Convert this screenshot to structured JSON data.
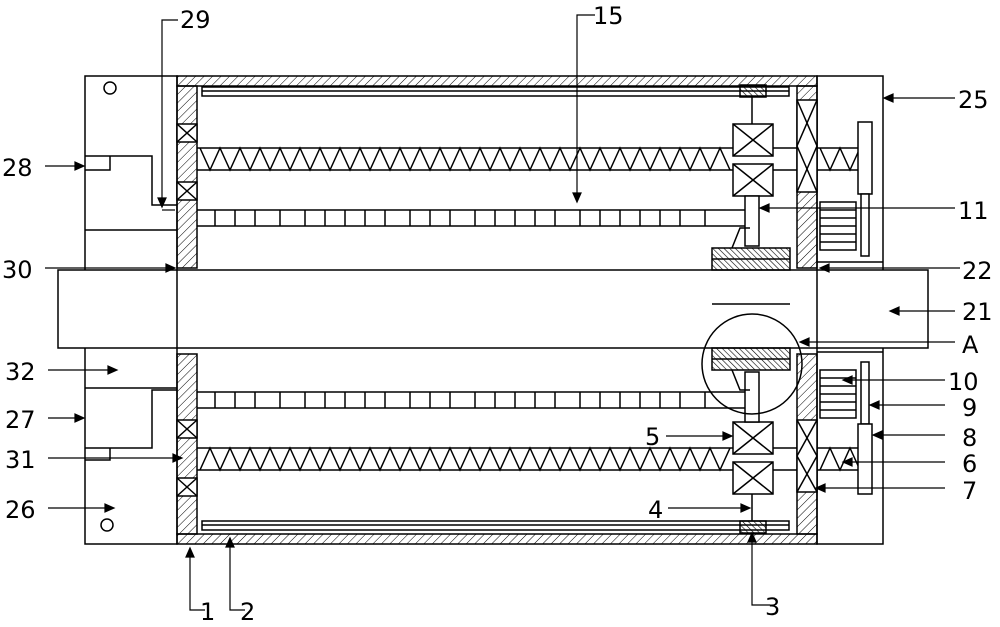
{
  "labels": {
    "l1": "1",
    "l2": "2",
    "l3": "3",
    "l4": "4",
    "l5": "5",
    "l6": "6",
    "l7": "7",
    "l8": "8",
    "l9": "9",
    "l10": "10",
    "l11": "11",
    "l15": "15",
    "l21": "21",
    "l22": "22",
    "l25": "25",
    "l26": "26",
    "l27": "27",
    "l28": "28",
    "l29": "29",
    "l30": "30",
    "l31": "31",
    "l32": "32",
    "lA": "A"
  },
  "colors": {
    "line": "#000000",
    "background": "#ffffff"
  }
}
